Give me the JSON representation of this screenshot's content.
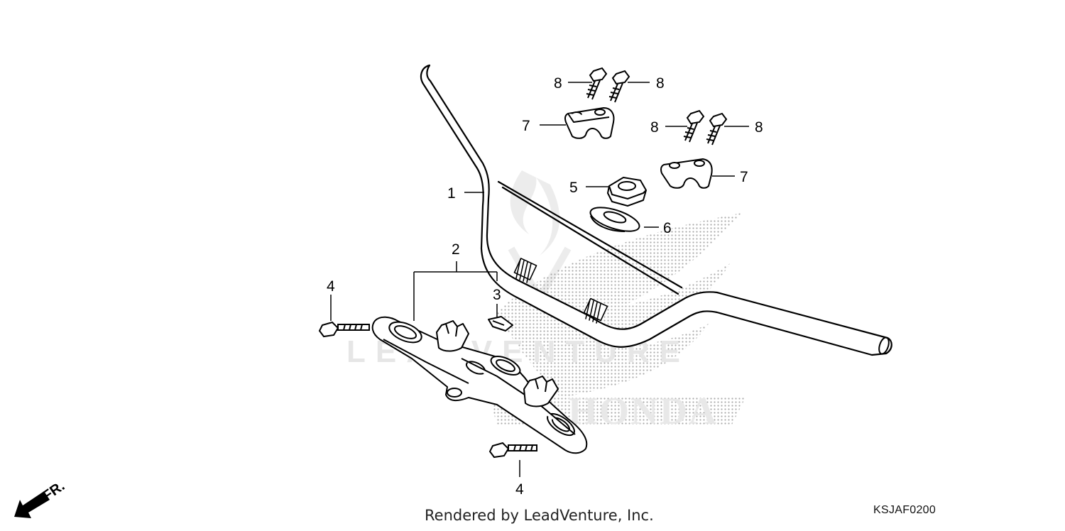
{
  "diagram": {
    "callouts": [
      {
        "id": "1",
        "label": "1"
      },
      {
        "id": "2",
        "label": "2"
      },
      {
        "id": "3",
        "label": "3"
      },
      {
        "id": "4a",
        "label": "4"
      },
      {
        "id": "4b",
        "label": "4"
      },
      {
        "id": "5",
        "label": "5"
      },
      {
        "id": "6",
        "label": "6"
      },
      {
        "id": "7a",
        "label": "7"
      },
      {
        "id": "7b",
        "label": "7"
      },
      {
        "id": "8a",
        "label": "8"
      },
      {
        "id": "8b",
        "label": "8"
      },
      {
        "id": "8c",
        "label": "8"
      },
      {
        "id": "8d",
        "label": "8"
      }
    ],
    "direction_label": "FR.",
    "watermark_brand": "HONDA",
    "watermark_credit": "LEADVENTURE",
    "colors": {
      "line": "#000000",
      "watermark": "#c8c8c8",
      "background": "#ffffff"
    }
  },
  "footer": {
    "credit": "Rendered by LeadVenture, Inc.",
    "code": "KSJAF0200"
  }
}
